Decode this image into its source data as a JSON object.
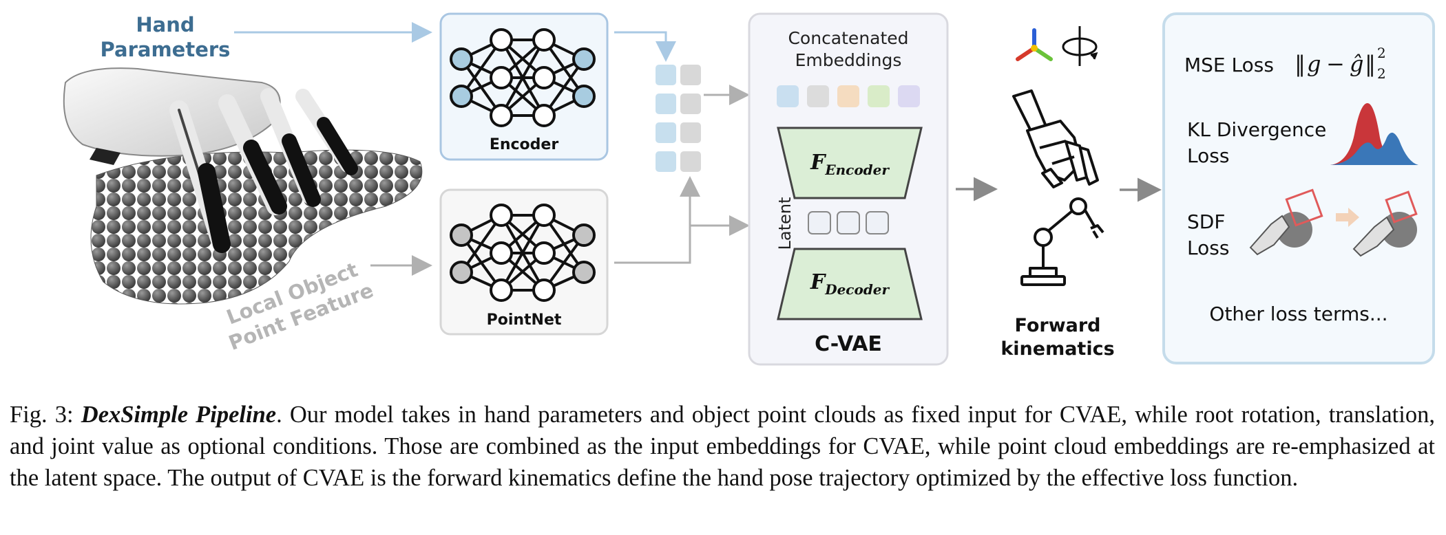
{
  "input": {
    "hand_label_line1": "Hand",
    "hand_label_line2": "Parameters",
    "object_label_line1": "Local Object",
    "object_label_line2": "Point Feature"
  },
  "encoders": {
    "encoder_label": "Encoder",
    "pointnet_label": "PointNet"
  },
  "cvae": {
    "title": "C-VAE",
    "embeddings_line1": "Concatenated",
    "embeddings_line2": "Embeddings",
    "latent_label": "Latent",
    "f_encoder_base": "F",
    "f_encoder_sub": "Encoder",
    "f_decoder_base": "F",
    "f_decoder_sub": "Decoder"
  },
  "kinematics": {
    "label_line1": "Forward",
    "label_line2": "kinematics"
  },
  "loss": {
    "mse_label": "MSE Loss",
    "kl_line1": "KL Divergence",
    "kl_line2": "Loss",
    "sdf_line1": "SDF",
    "sdf_line2": "Loss",
    "other": "Other loss terms..."
  },
  "caption": {
    "prefix": "Fig. 3: ",
    "title": "DexSimple Pipeline",
    "body": ". Our model takes in hand parameters and object point clouds as fixed input for CVAE, while root rotation, translation, and joint value as optional conditions. Those are combined as the input embeddings for CVAE, while point cloud embeddings are re-emphasized at the latent space. The output of CVAE is the forward kinematics define the hand pose trajectory optimized by the effective loss function."
  },
  "colors": {
    "hand_text": "#3d6d91",
    "object_text": "#b5b5b5",
    "encoder_border": "#a9c6e2",
    "encoder_fill": "#f1f7fc",
    "pointnet_border": "#d6d6d6",
    "node_blue": "#a8cce0",
    "node_gray": "#c4c4c4",
    "latent_box_fill": "#f0f4fb",
    "trapezoid_fill": "#dbeed6",
    "loss_border": "#c5dceb",
    "loss_fill": "#f4f9fd",
    "arrow_gray": "#8a8a8a",
    "arrow_light": "#b0b0b0",
    "arrow_blue": "#a9c9e4"
  }
}
